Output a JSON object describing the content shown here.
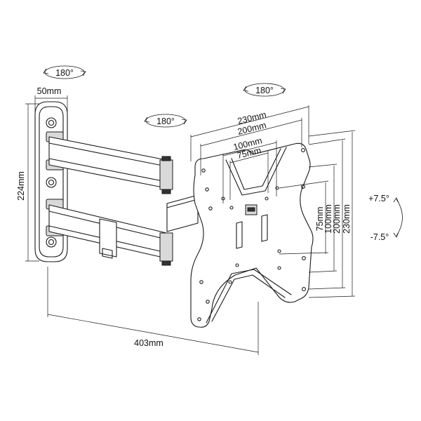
{
  "labels": {
    "rot_wall": "180°",
    "rot_plate": "180°",
    "rot_arm": "180°",
    "wall_width": "50mm",
    "wall_height": "224mm",
    "extension": "403mm",
    "vesa_h_230": "230mm",
    "vesa_h_200": "200mm",
    "vesa_h_100": "100mm",
    "vesa_h_75": "75mm",
    "vesa_v_75": "75mm",
    "vesa_v_100": "100mm",
    "vesa_v_200": "200mm",
    "vesa_v_230": "230mm",
    "tilt_up": "+7.5°",
    "tilt_down": "-7.5°"
  }
}
